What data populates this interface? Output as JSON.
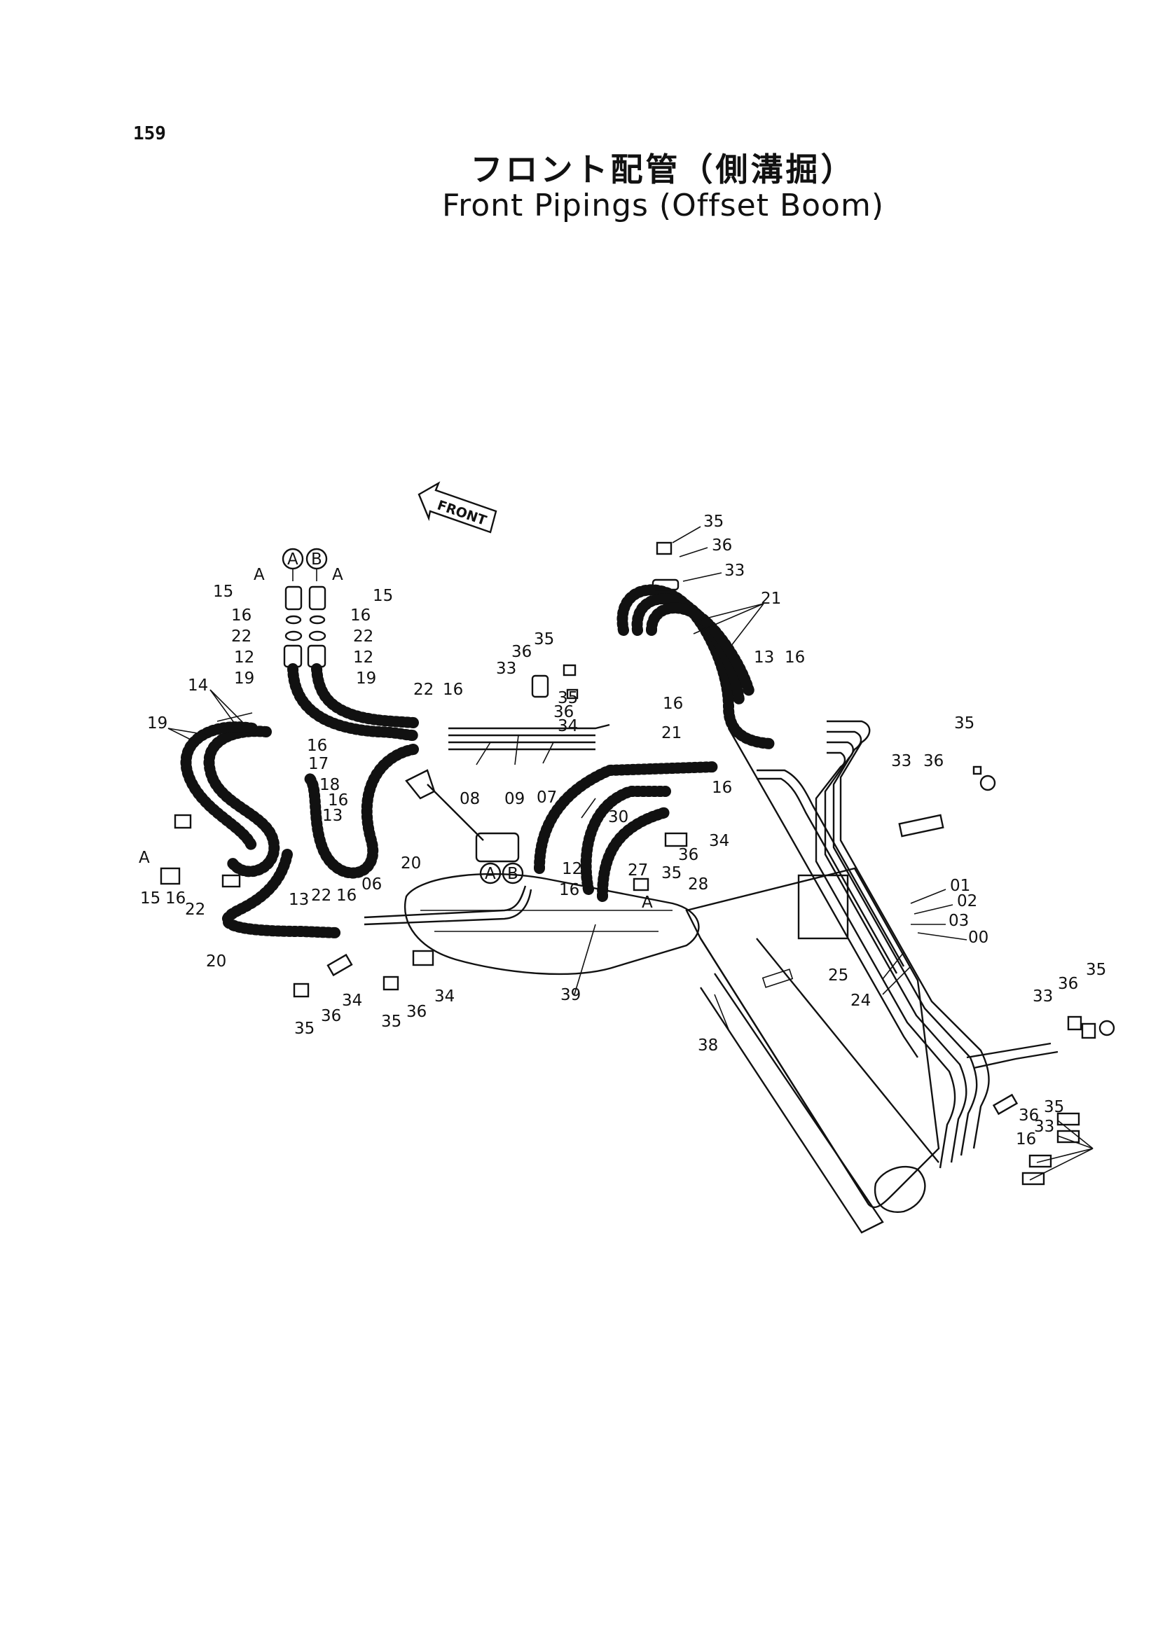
{
  "page_number": "159",
  "title_ja": "フロント配管（側溝掘）",
  "title_en": "Front Pipings (Offset Boom)",
  "front_label": "FRONT",
  "port_a": "A",
  "port_b": "B",
  "callouts": [
    {
      "id": "c35a",
      "text": "35"
    },
    {
      "id": "c36a",
      "text": "36"
    },
    {
      "id": "c33a",
      "text": "33"
    },
    {
      "id": "c21a",
      "text": "21"
    },
    {
      "id": "c15l",
      "text": "15"
    },
    {
      "id": "c15r",
      "text": "15"
    },
    {
      "id": "cAl",
      "text": "A"
    },
    {
      "id": "cAr",
      "text": "A"
    },
    {
      "id": "c16l",
      "text": "16"
    },
    {
      "id": "c16r",
      "text": "16"
    },
    {
      "id": "c22l",
      "text": "22"
    },
    {
      "id": "c22r",
      "text": "22"
    },
    {
      "id": "c12l",
      "text": "12"
    },
    {
      "id": "c12r",
      "text": "12"
    },
    {
      "id": "c19l",
      "text": "19"
    },
    {
      "id": "c19r",
      "text": "19"
    },
    {
      "id": "c14",
      "text": "14"
    },
    {
      "id": "c19b",
      "text": "19"
    },
    {
      "id": "c16c",
      "text": "16"
    },
    {
      "id": "c17",
      "text": "17"
    },
    {
      "id": "c18",
      "text": "18"
    },
    {
      "id": "c16d",
      "text": "16"
    },
    {
      "id": "c13a",
      "text": "13"
    },
    {
      "id": "c36b",
      "text": "36"
    },
    {
      "id": "c35b",
      "text": "35"
    },
    {
      "id": "c33b",
      "text": "33"
    },
    {
      "id": "c35c",
      "text": "35"
    },
    {
      "id": "c36c",
      "text": "36"
    },
    {
      "id": "c34a",
      "text": "34"
    },
    {
      "id": "c22c",
      "text": "22"
    },
    {
      "id": "c16e",
      "text": "16"
    },
    {
      "id": "c16f",
      "text": "16"
    },
    {
      "id": "c13b",
      "text": "13"
    },
    {
      "id": "c16g",
      "text": "16"
    },
    {
      "id": "c21b",
      "text": "21"
    },
    {
      "id": "c08",
      "text": "08"
    },
    {
      "id": "c09",
      "text": "09"
    },
    {
      "id": "c07",
      "text": "07"
    },
    {
      "id": "c16h",
      "text": "16"
    },
    {
      "id": "c30",
      "text": "30"
    },
    {
      "id": "c34b",
      "text": "34"
    },
    {
      "id": "c36d",
      "text": "36"
    },
    {
      "id": "c12c",
      "text": "12"
    },
    {
      "id": "c27",
      "text": "27"
    },
    {
      "id": "c35d",
      "text": "35"
    },
    {
      "id": "c28",
      "text": "28"
    },
    {
      "id": "c16i",
      "text": "16"
    },
    {
      "id": "cAm",
      "text": "A"
    },
    {
      "id": "c20a",
      "text": "20"
    },
    {
      "id": "cAs",
      "text": "A"
    },
    {
      "id": "c15s",
      "text": "15"
    },
    {
      "id": "c16s",
      "text": "16"
    },
    {
      "id": "c22s",
      "text": "22"
    },
    {
      "id": "c13c",
      "text": "13"
    },
    {
      "id": "c22d",
      "text": "22"
    },
    {
      "id": "c16j",
      "text": "16"
    },
    {
      "id": "c06",
      "text": "06"
    },
    {
      "id": "c20b",
      "text": "20"
    },
    {
      "id": "c35e",
      "text": "35"
    },
    {
      "id": "c36e",
      "text": "36"
    },
    {
      "id": "c34c",
      "text": "34"
    },
    {
      "id": "c35f",
      "text": "35"
    },
    {
      "id": "c36f",
      "text": "36"
    },
    {
      "id": "c34d",
      "text": "34"
    },
    {
      "id": "c39",
      "text": "39"
    },
    {
      "id": "c38",
      "text": "38"
    },
    {
      "id": "c01",
      "text": "01"
    },
    {
      "id": "c02",
      "text": "02"
    },
    {
      "id": "c03",
      "text": "03"
    },
    {
      "id": "c00",
      "text": "00"
    },
    {
      "id": "c25",
      "text": "25"
    },
    {
      "id": "c24",
      "text": "24"
    },
    {
      "id": "c36g",
      "text": "36"
    },
    {
      "id": "c35g",
      "text": "35"
    },
    {
      "id": "c33c",
      "text": "33"
    },
    {
      "id": "c33d",
      "text": "33"
    },
    {
      "id": "c36h",
      "text": "36"
    },
    {
      "id": "c35h",
      "text": "35"
    },
    {
      "id": "c36i",
      "text": "36"
    },
    {
      "id": "c35i",
      "text": "35"
    },
    {
      "id": "c33e",
      "text": "33"
    },
    {
      "id": "c16k",
      "text": "16"
    }
  ]
}
